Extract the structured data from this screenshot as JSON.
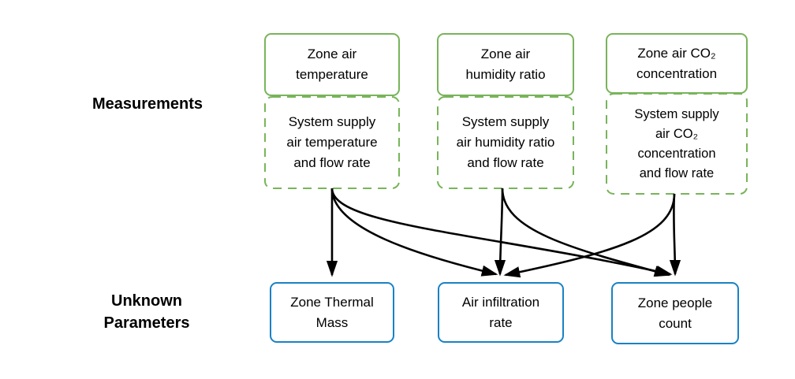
{
  "diagram": {
    "row_labels": {
      "measurements": "Measurements",
      "unknown_parameters": "Unknown\nParameters"
    },
    "measurement_nodes": [
      {
        "id": "zone-air-temperature",
        "label": "Zone air\ntemperature",
        "border": "solid"
      },
      {
        "id": "zone-air-humidity",
        "label": "Zone air\nhumidity ratio",
        "border": "solid"
      },
      {
        "id": "zone-air-co2",
        "label": "Zone air CO₂\nconcentration",
        "border": "solid"
      },
      {
        "id": "supply-air-temperature",
        "label": "System supply\nair temperature\nand flow rate",
        "border": "dashed"
      },
      {
        "id": "supply-air-humidity",
        "label": "System supply\nair humidity ratio\nand flow rate",
        "border": "dashed"
      },
      {
        "id": "supply-air-co2",
        "label": "System supply\nair CO₂\nconcentration\nand flow rate",
        "border": "dashed"
      }
    ],
    "unknown_nodes": [
      {
        "id": "zone-thermal-mass",
        "label": "Zone Thermal\nMass"
      },
      {
        "id": "air-infiltration-rate",
        "label": "Air infiltration\nrate"
      },
      {
        "id": "zone-people-count",
        "label": "Zone people\ncount"
      }
    ],
    "edges": [
      {
        "from": "supply-air-temperature",
        "to": "zone-thermal-mass"
      },
      {
        "from": "supply-air-temperature",
        "to": "air-infiltration-rate"
      },
      {
        "from": "supply-air-temperature",
        "to": "zone-people-count"
      },
      {
        "from": "supply-air-humidity",
        "to": "air-infiltration-rate"
      },
      {
        "from": "supply-air-humidity",
        "to": "zone-people-count"
      },
      {
        "from": "supply-air-co2",
        "to": "air-infiltration-rate"
      },
      {
        "from": "supply-air-co2",
        "to": "zone-people-count"
      }
    ],
    "colors": {
      "measurement_border": "#78b45a",
      "unknown_border": "#1982c5",
      "arrow": "#000000",
      "text": "#000000",
      "background": "#ffffff"
    }
  }
}
